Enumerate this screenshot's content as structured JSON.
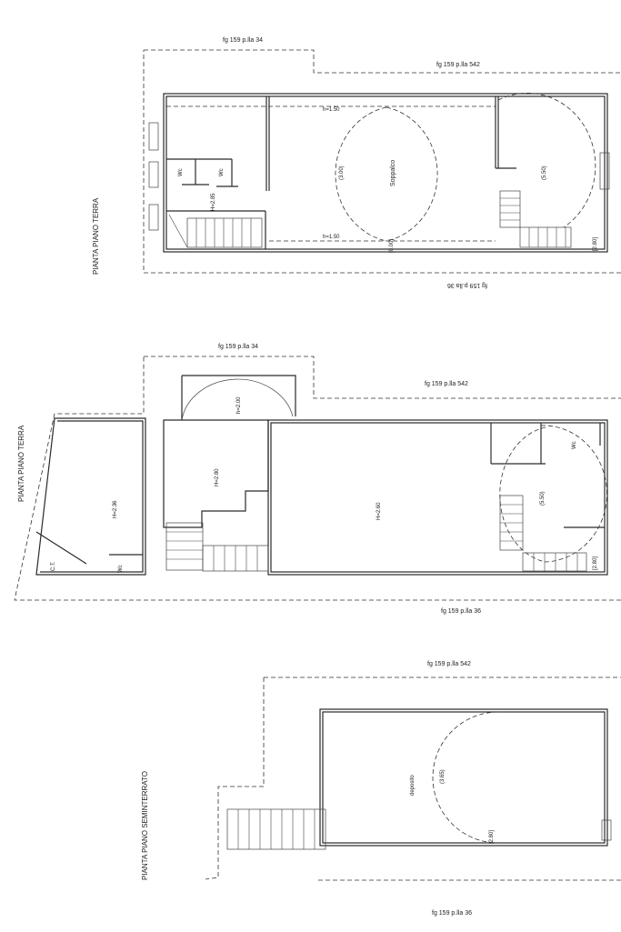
{
  "plan1": {
    "side_title": "PIANTA PIANO TERRA",
    "top_left_parcel": "fg 159 p.lla 34",
    "top_right_parcel": "fg 159 p.lla 542",
    "bottom_parcel": "fg 159 p.lla 36",
    "room_label": "Soppalco",
    "wc_1": "Wc",
    "wc_2": "Wc",
    "h_stair": "H=2.85",
    "h_top": "h=1.50",
    "h_bottom": "h=1.50",
    "dim_a": "(3.00)",
    "dim_b": "[0.00]",
    "dim_c": "(5.50)",
    "dim_d": "[2.80]"
  },
  "plan2": {
    "side_title": "PIANTA PIANO TERRA",
    "top_left_parcel": "fg 159 p.lla 34",
    "top_right_parcel": "fg 159 p.lla 542",
    "bottom_parcel": "fg 159 p.lla 36",
    "h_left": "H=2.36",
    "h_mid": "H=2.80",
    "h_arc": "h=2.00",
    "h_main": "H=2.60",
    "ct": "C.T.",
    "wc_left": "Wc",
    "wc_right": "Wc",
    "dim_a": "(5.50)",
    "dim_b": "[2.80]"
  },
  "plan3": {
    "side_title": "PIANTA PIANO SEMINTERRATO",
    "top_parcel": "fg 159 p.lla 542",
    "bottom_parcel": "fg 159 p.lla 36",
    "room_label": "deposito",
    "dim_a": "(3.65)",
    "dim_b": "[2.80]"
  }
}
